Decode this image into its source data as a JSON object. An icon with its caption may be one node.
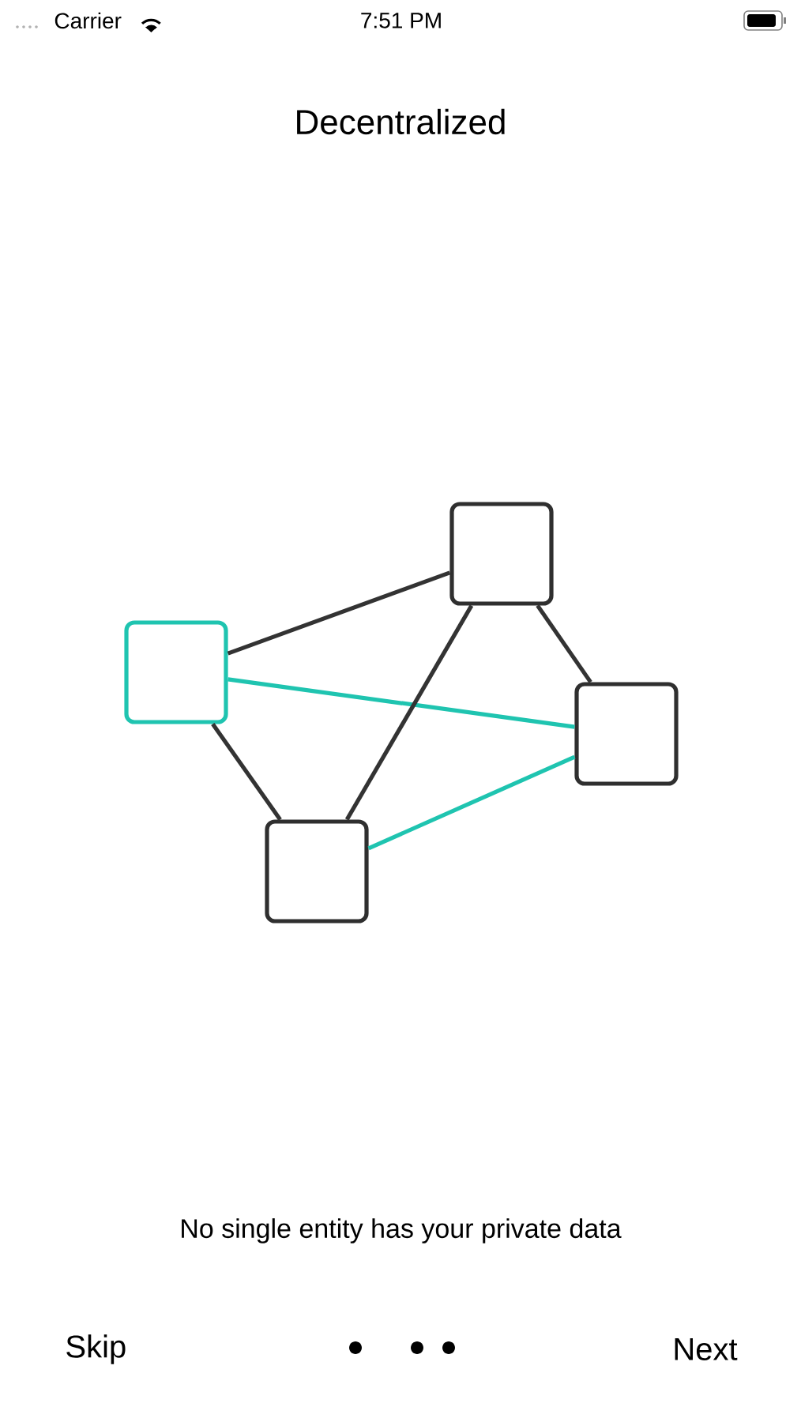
{
  "diagram": {
    "title": "Decentralized",
    "caption": "No single entity has your private data",
    "nodes": [
      {
        "text": [],
        "shape": "box"
      },
      {
        "text": [],
        "shape": "box"
      },
      {
        "text": [],
        "shape": "box"
      },
      {
        "text": [],
        "shape": "box"
      }
    ],
    "edges": [
      {
        "from": 1,
        "to": 0,
        "arrow": "none"
      },
      {
        "from": 0,
        "to": 2,
        "arrow": "none"
      },
      {
        "from": 1,
        "to": 2,
        "arrow": "none",
        "color": "#1fc4b0"
      },
      {
        "from": 0,
        "to": 3,
        "arrow": "none"
      },
      {
        "from": 1,
        "to": 3,
        "arrow": "none"
      },
      {
        "from": 3,
        "to": 2,
        "arrow": "none",
        "color": "#1fc4b0"
      }
    ],
    "labels": [
      "Carrier",
      "7:51 PM",
      "Skip",
      "Next"
    ]
  }
}
